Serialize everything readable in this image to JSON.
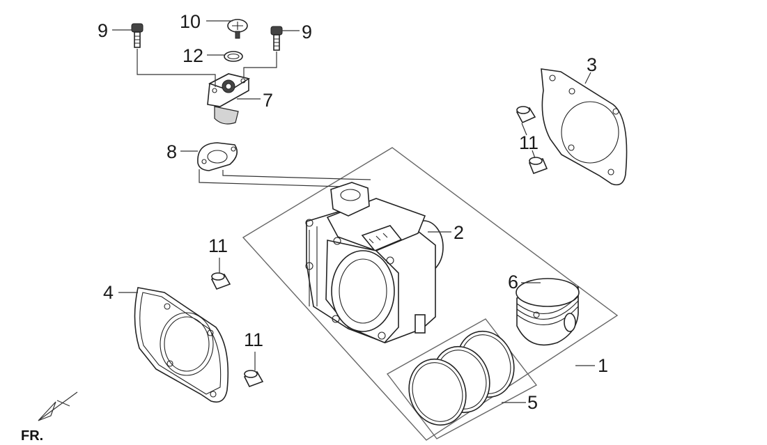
{
  "callouts": {
    "c1": "1",
    "c2": "2",
    "c3": "3",
    "c4": "4",
    "c5": "5",
    "c6": "6",
    "c7": "7",
    "c8": "8",
    "c9a": "9",
    "c9b": "9",
    "c10": "10",
    "c11a": "11",
    "c11b": "11",
    "c11c": "11",
    "c12": "12"
  },
  "orientation": {
    "label": "FR."
  },
  "colors": {
    "line": "#222222",
    "background": "#ffffff"
  }
}
